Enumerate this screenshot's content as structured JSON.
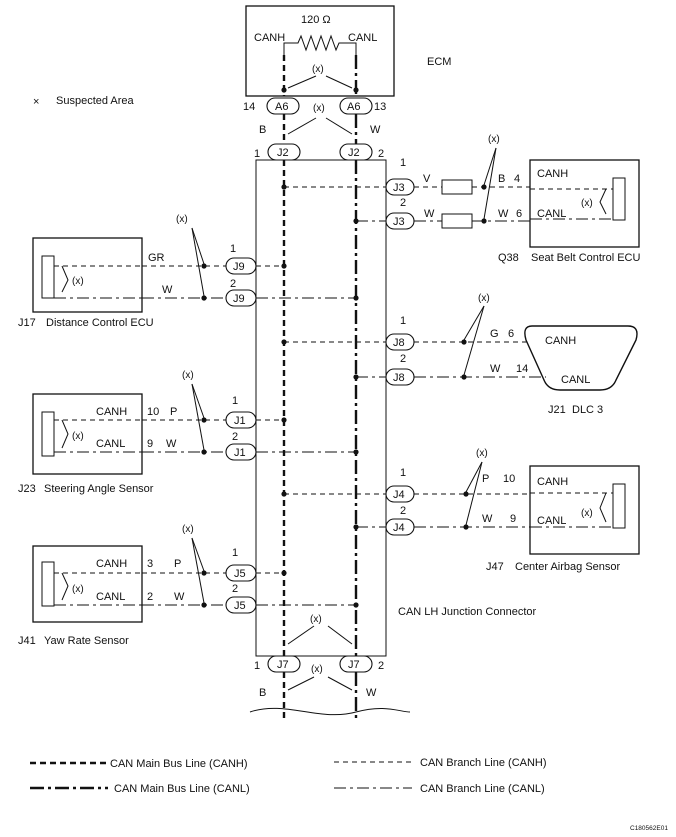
{
  "legend": {
    "suspected_mark": "×",
    "suspected_label": "Suspected Area",
    "main_canh": "CAN Main Bus Line (CANH)",
    "main_canl": "CAN Main Bus Line (CANL)",
    "branch_canh": "CAN Branch Line (CANH)",
    "branch_canl": "CAN Branch Line (CANL)"
  },
  "ecm": {
    "name": "ECM",
    "resistor": "120 Ω",
    "canh": "CANH",
    "canl": "CANL",
    "x_mark": "(x)",
    "pin_left": "14",
    "pin_right": "13",
    "conn_left": "A6",
    "conn_right": "A6",
    "color_left": "B",
    "color_right": "W",
    "x_between": "(x)"
  },
  "junction": {
    "name": "CAN LH Junction Connector",
    "top_pin_left": "1",
    "top_pin_right": "2",
    "top_conn_left": "J2",
    "top_conn_right": "J2",
    "bottom_pin_left": "1",
    "bottom_pin_right": "2",
    "bottom_conn_left": "J7",
    "bottom_conn_right": "J7",
    "bottom_color_left": "B",
    "bottom_color_right": "W",
    "x_inside": "(x)",
    "x_bottom": "(x)"
  },
  "seat_belt": {
    "id": "Q38",
    "name": "Seat Belt Control ECU",
    "canh": "CANH",
    "canl": "CANL",
    "x_inner": "(x)",
    "x_wire": "(x)",
    "pin_h": "4",
    "pin_l": "6",
    "color_h_near": "V",
    "color_h_far": "B",
    "color_l_near": "W",
    "color_l_far": "W",
    "conn_h": "J3",
    "conn_l": "J3",
    "conn_pin_h": "1",
    "conn_pin_l": "2"
  },
  "distance": {
    "id": "J17",
    "name": "Distance Control ECU",
    "x_inner": "(x)",
    "x_wire": "(x)",
    "color_h": "GR",
    "color_l": "W",
    "conn_h": "J9",
    "conn_l": "J9",
    "conn_pin_h": "1",
    "conn_pin_l": "2"
  },
  "dlc": {
    "id": "J21",
    "name": "DLC 3",
    "canh": "CANH",
    "canl": "CANL",
    "x_wire": "(x)",
    "pin_h": "6",
    "pin_l": "14",
    "color_h": "G",
    "color_l": "W",
    "conn_h": "J8",
    "conn_l": "J8",
    "conn_pin_h": "1",
    "conn_pin_l": "2"
  },
  "steering": {
    "id": "J23",
    "name": "Steering Angle Sensor",
    "canh": "CANH",
    "canl": "CANL",
    "x_inner": "(x)",
    "x_wire": "(x)",
    "pin_h": "10",
    "pin_l": "9",
    "color_h": "P",
    "color_l": "W",
    "conn_h": "J1",
    "conn_l": "J1",
    "conn_pin_h": "1",
    "conn_pin_l": "2"
  },
  "airbag": {
    "id": "J47",
    "name": "Center Airbag Sensor",
    "canh": "CANH",
    "canl": "CANL",
    "x_inner": "(x)",
    "x_wire": "(x)",
    "pin_h": "10",
    "pin_l": "9",
    "color_h": "P",
    "color_l": "W",
    "conn_h": "J4",
    "conn_l": "J4",
    "conn_pin_h": "1",
    "conn_pin_l": "2"
  },
  "yaw": {
    "id": "J41",
    "name": "Yaw Rate Sensor",
    "canh": "CANH",
    "canl": "CANL",
    "x_inner": "(x)",
    "x_wire": "(x)",
    "pin_h": "3",
    "pin_l": "2",
    "color_h": "P",
    "color_l": "W",
    "conn_h": "J5",
    "conn_l": "J5",
    "conn_pin_h": "1",
    "conn_pin_l": "2"
  },
  "figure_code": "C180562E01"
}
